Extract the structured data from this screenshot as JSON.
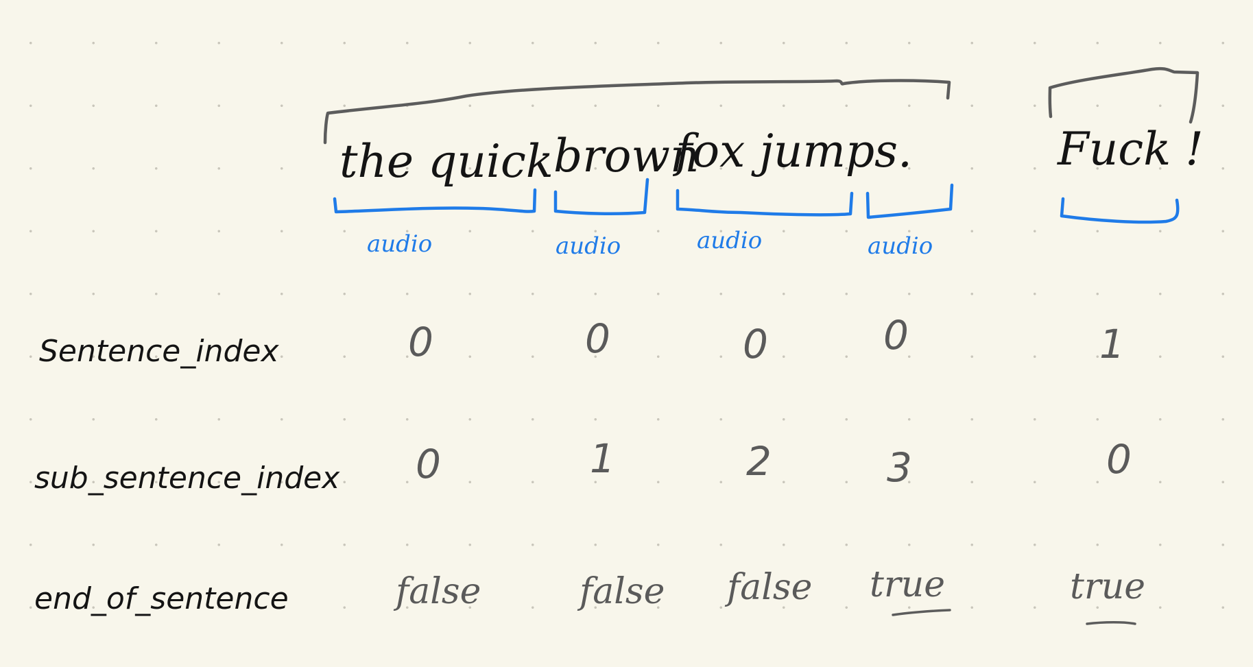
{
  "sentences": [
    {
      "text": "the quick brown fox jumps."
    },
    {
      "text": "Fuck !"
    }
  ],
  "segments": [
    {
      "text": "the quick"
    },
    {
      "text": "brown"
    },
    {
      "text": "fox jumps."
    },
    {
      "text": ""
    },
    {
      "text": "Fuck !"
    }
  ],
  "audio_label": "audio",
  "rows": [
    {
      "label": "Sentence_index",
      "values": [
        "0",
        "0",
        "0",
        "0",
        "1"
      ]
    },
    {
      "label": "sub_sentence_index",
      "values": [
        "0",
        "1",
        "2",
        "3",
        "0"
      ]
    },
    {
      "label": "end_of_sentence",
      "values": [
        "false",
        "false",
        "false",
        "true",
        "true"
      ]
    }
  ],
  "colors": {
    "background": "#f8f6eb",
    "grid_dot": "#c9c6bb",
    "ink": "#141414",
    "value_ink": "#5a5a5a",
    "sentence_bracket": "#5c5c5c",
    "audio_bracket": "#1f7be8"
  }
}
